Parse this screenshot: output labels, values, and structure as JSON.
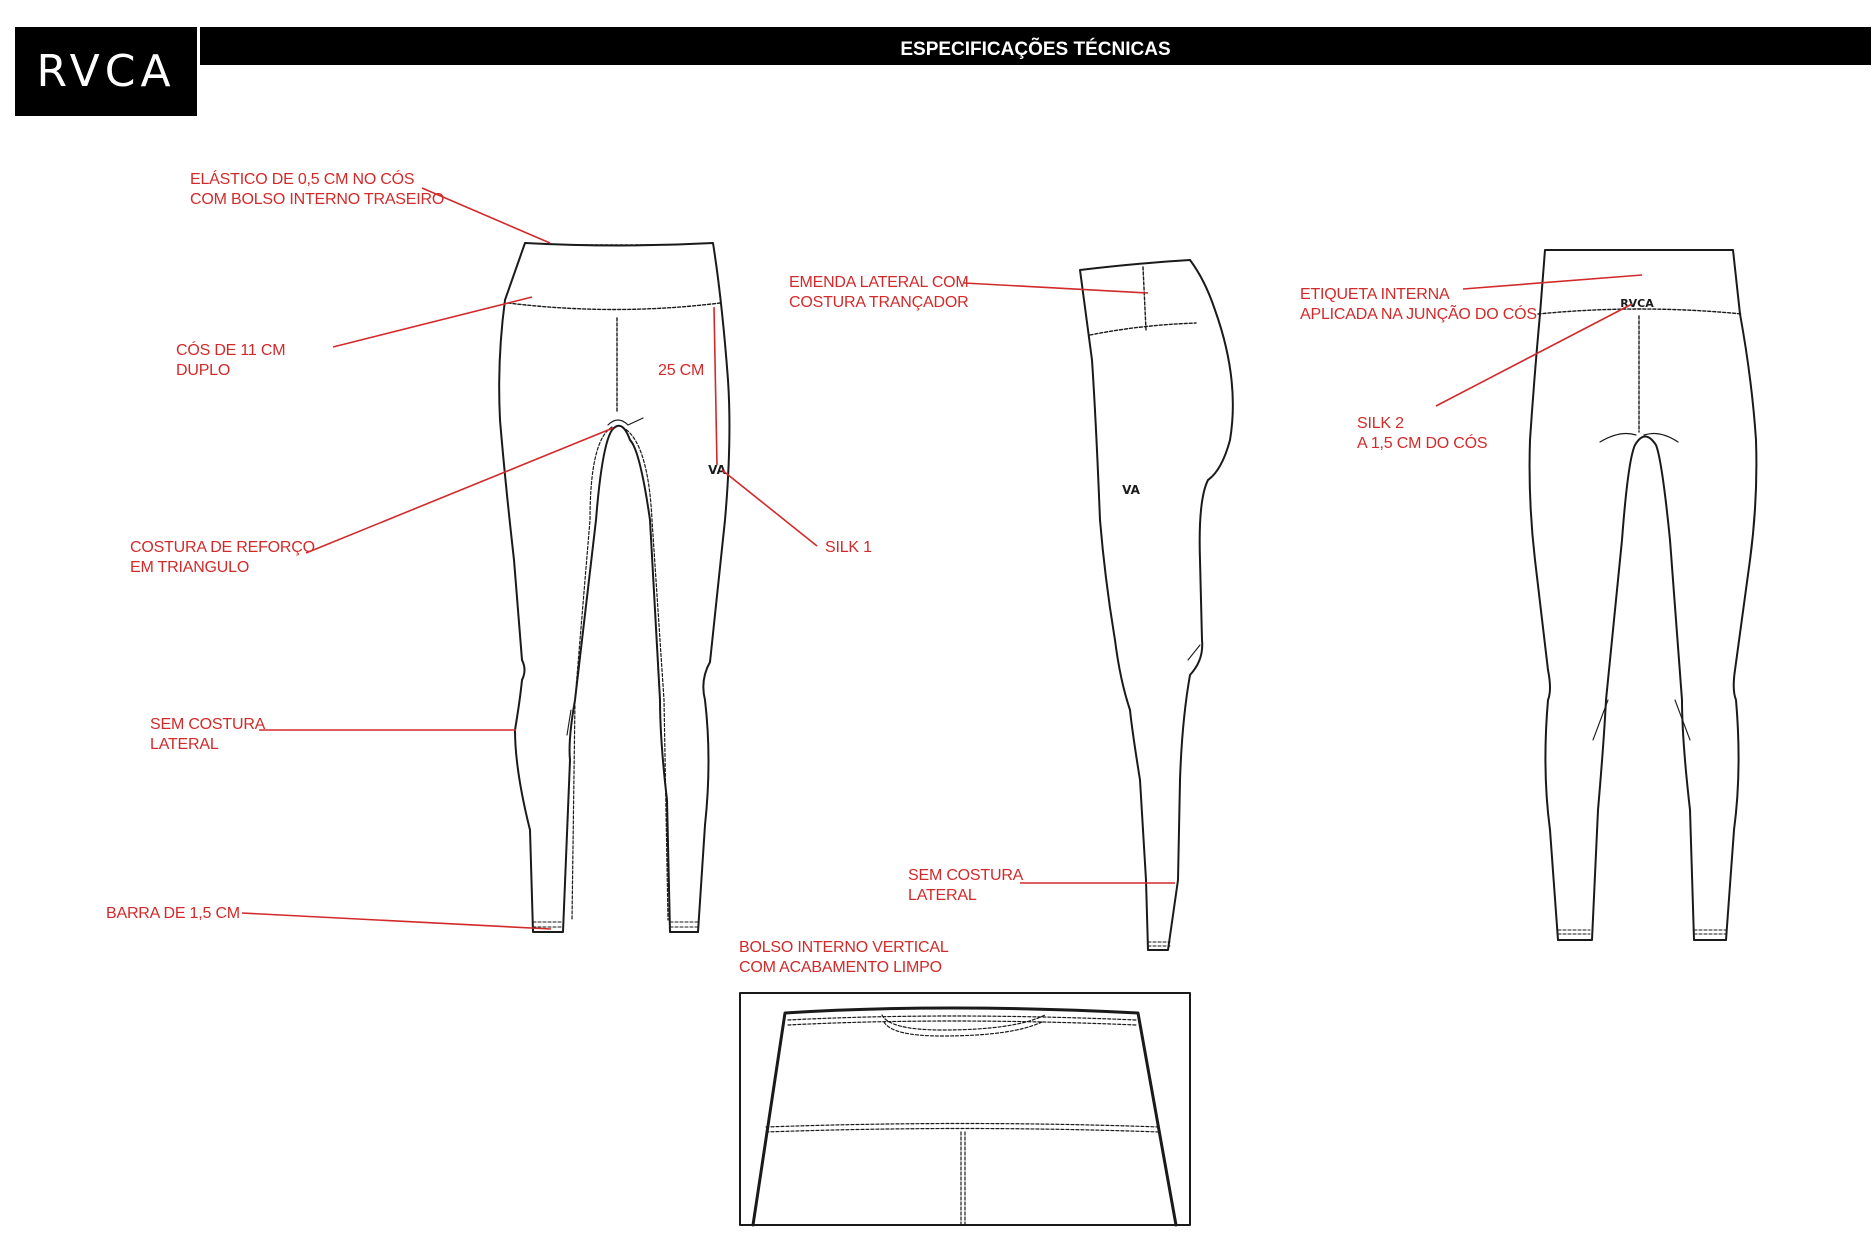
{
  "header": {
    "logo": "RVCA",
    "title": "ESPECIFICAÇÕES TÉCNICAS"
  },
  "annotations": {
    "elastico": [
      "ELÁSTICO DE 0,5 CM NO CÓS",
      "COM BOLSO INTERNO TRASEIRO"
    ],
    "cos": [
      "CÓS DE 11 CM",
      "DUPLO"
    ],
    "medida": "25 CM",
    "costura_reforco": [
      "COSTURA DE REFORÇO",
      "EM TRIANGULO"
    ],
    "silk1": "SILK 1",
    "sem_costura_front": [
      "SEM COSTURA",
      "LATERAL"
    ],
    "barra": "BARRA DE 1,5 CM",
    "emenda": [
      "EMENDA LATERAL COM",
      "COSTURA TRANÇADOR"
    ],
    "sem_costura_side": [
      "SEM COSTURA",
      "LATERAL"
    ],
    "etiqueta": [
      "ETIQUETA INTERNA",
      "APLICADA NA JUNÇÃO DO CÓS"
    ],
    "silk2": [
      "SILK 2",
      "A 1,5 CM DO CÓS"
    ],
    "bolso": [
      "BOLSO INTERNO VERTICAL",
      "COM ACABAMENTO LIMPO"
    ]
  },
  "graphics": {
    "front_logo": "VA",
    "side_logo": "VA",
    "back_logo": "RVCA"
  },
  "colors": {
    "annotation": "#d22a2a",
    "outline": "#1a1a1a",
    "header_bg": "#000000",
    "header_text": "#ffffff"
  }
}
